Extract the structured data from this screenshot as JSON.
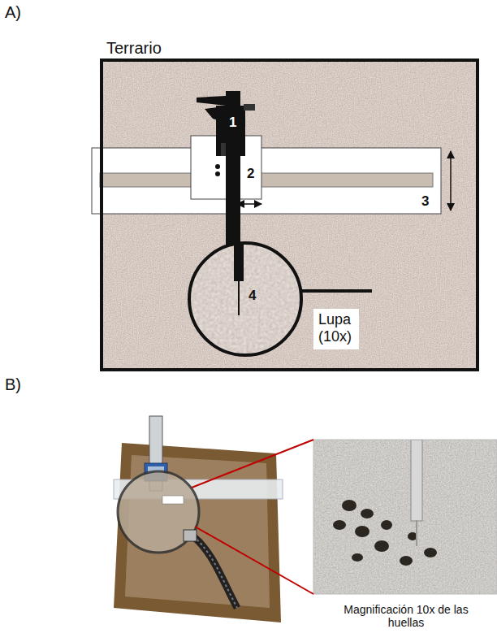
{
  "diagram": {
    "nodes": [
      {
        "text": [
          "Terrario"
        ]
      },
      {
        "text": [
          "Lupa (10x)"
        ],
        "in": 0
      }
    ],
    "labels": [
      "A)",
      "1",
      "2",
      "3",
      "4",
      "B)",
      "Magnificación 10x de las huellas"
    ]
  }
}
